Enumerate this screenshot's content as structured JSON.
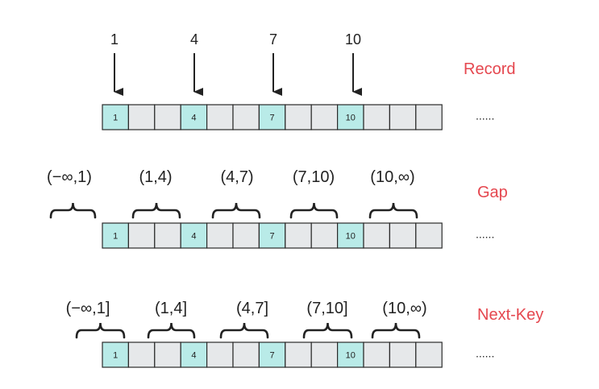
{
  "colors": {
    "highlight_fill": "#b9ebe8",
    "plain_fill": "#e6e8ea",
    "cell_stroke": "#2a2a2a",
    "text": "#222222",
    "label_red": "#e5474f"
  },
  "rows": [
    {
      "label": "Record",
      "cells": [
        "1",
        "",
        "",
        "4",
        "",
        "",
        "7",
        "",
        "",
        "10",
        "",
        "",
        ""
      ],
      "ellipsis": "......",
      "top_markers": [
        "1",
        "4",
        "7",
        "10"
      ]
    },
    {
      "label": "Gap",
      "cells": [
        "1",
        "",
        "",
        "4",
        "",
        "",
        "7",
        "",
        "",
        "10",
        "",
        "",
        ""
      ],
      "ellipsis": "......",
      "intervals": [
        "(−∞,1)",
        "(1,4)",
        "(4,7)",
        "(7,10)",
        "(10,∞)"
      ]
    },
    {
      "label": "Next-Key",
      "cells": [
        "1",
        "",
        "",
        "4",
        "",
        "",
        "7",
        "",
        "",
        "10",
        "",
        "",
        ""
      ],
      "ellipsis": "......",
      "intervals": [
        "(−∞,1]",
        "(1,4]",
        "(4,7]",
        "(7,10]",
        "(10,∞)"
      ]
    }
  ]
}
